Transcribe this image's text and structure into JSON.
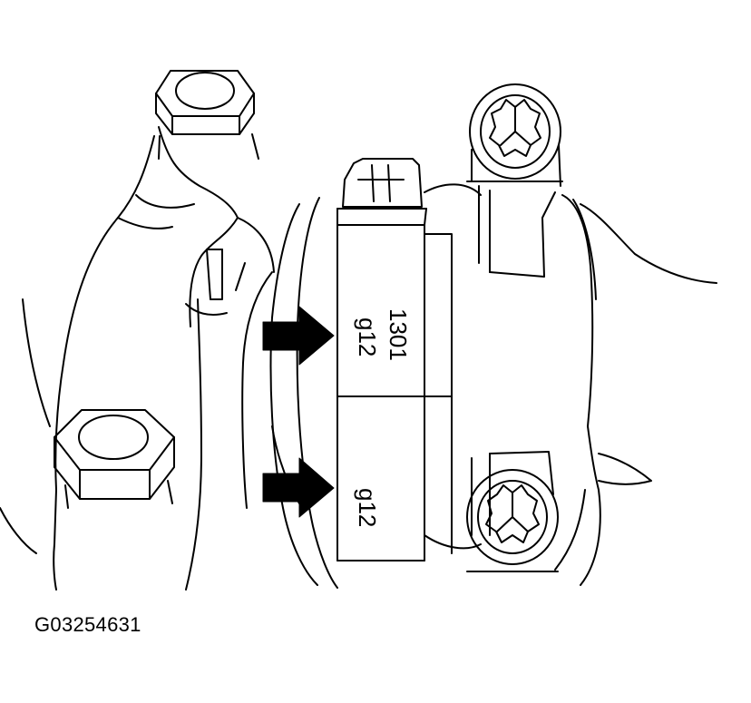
{
  "labels": {
    "upper_code": "1301",
    "upper_grade": "g12",
    "lower_grade": "g12"
  },
  "figure": {
    "id": "G03254631"
  },
  "colors": {
    "ink": "#000000",
    "paper": "#ffffff"
  }
}
